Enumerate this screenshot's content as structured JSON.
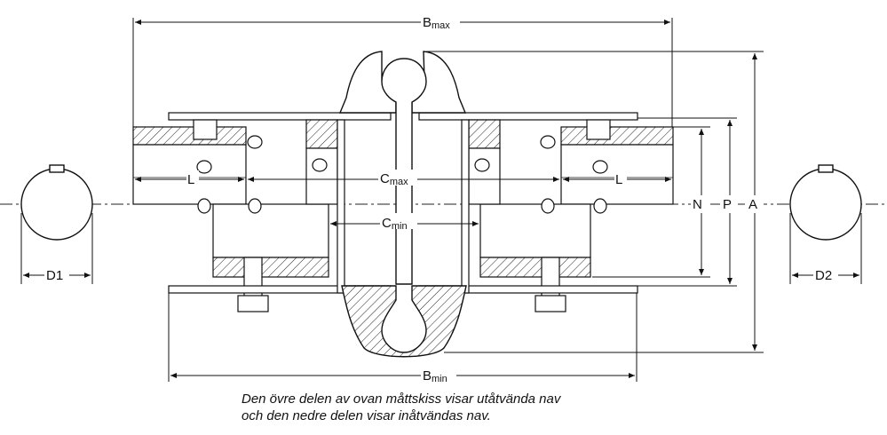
{
  "labels": {
    "bmax": "B",
    "bmax_sub": "max",
    "bmin": "B",
    "bmin_sub": "min",
    "cmax": "C",
    "cmax_sub": "max",
    "cmin": "C",
    "cmin_sub": "min",
    "l_left": "L",
    "l_right": "L",
    "n": "N",
    "p": "P",
    "a": "A",
    "d1": "D1",
    "d2": "D2"
  },
  "caption": {
    "line1": "Den övre delen av ovan måttskiss visar utåtvända nav",
    "line2": "och den nedre delen visar inåtvändas nav."
  }
}
